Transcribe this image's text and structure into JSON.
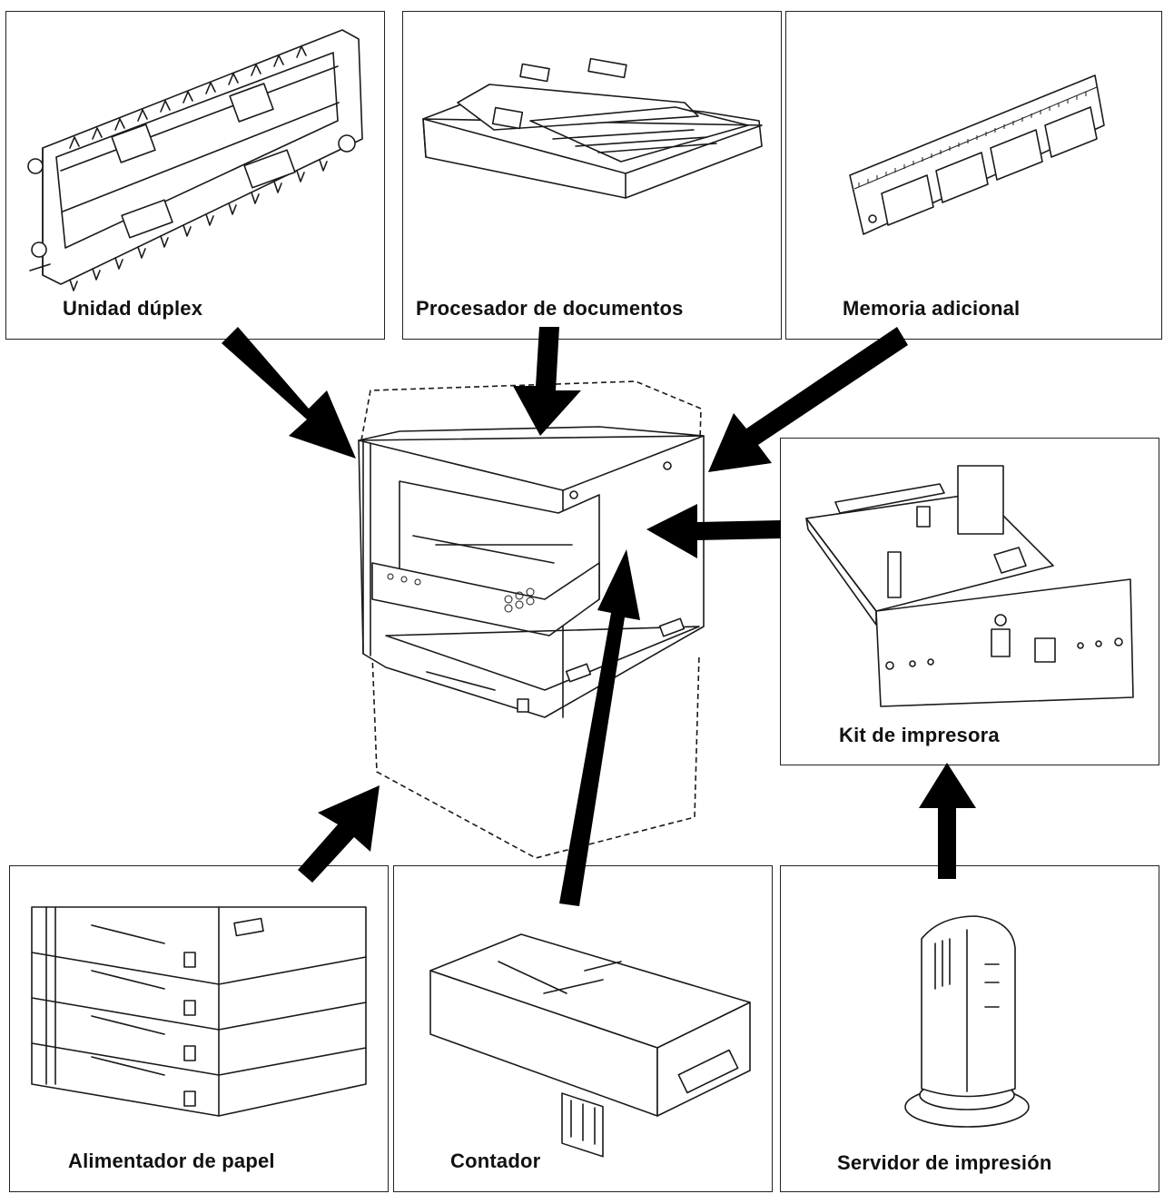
{
  "panels": {
    "duplex": {
      "label": "Unidad dúplex",
      "icon": "duplex-unit-icon"
    },
    "document_processor": {
      "label": "Procesador de documentos",
      "icon": "document-processor-icon"
    },
    "memory": {
      "label": "Memoria adicional",
      "icon": "memory-module-icon"
    },
    "printer_kit": {
      "label": "Kit de impresora",
      "icon": "printer-board-icon"
    },
    "paper_feeder": {
      "label": "Alimentador de papel",
      "icon": "paper-feeder-icon"
    },
    "counter": {
      "label": "Contador",
      "icon": "key-counter-icon"
    },
    "print_server": {
      "label": "Servidor de impresión",
      "icon": "print-server-icon"
    }
  },
  "center": {
    "icon": "copier-icon"
  },
  "colors": {
    "ink": "#1a1a1a",
    "background": "#ffffff"
  }
}
